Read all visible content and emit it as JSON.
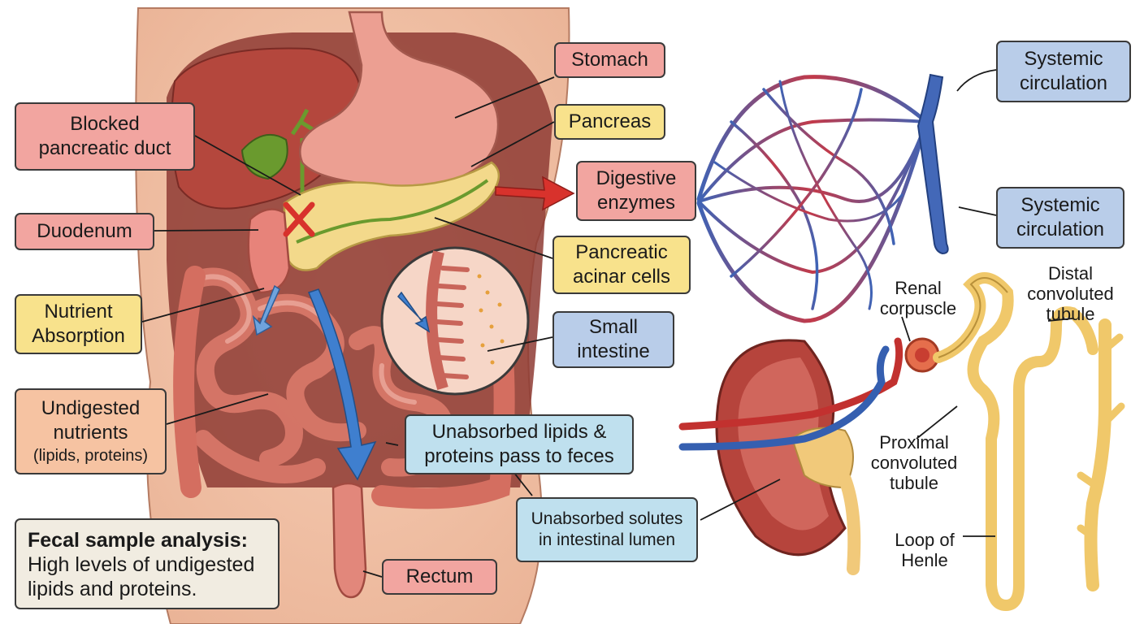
{
  "labels": {
    "stomach": "Stomach",
    "blocked_duct": "Blocked\npancreatic duct",
    "pancreas": "Pancreas",
    "digestive_enzymes": "Digestive\nenzymes",
    "duodenum": "Duodenum",
    "acinar_cells": "Pancreatic\nacinar cells",
    "nutrient_absorption": "Nutrient\nAbsorption",
    "small_intestine": "Small\nintestine",
    "undigested_nutrients": "Undigested\nnutrients",
    "undigested_nutrients_sub": "(lipids, proteins)",
    "unabsorbed_feces": "Unabsorbed lipids &\nproteins pass to feces",
    "unabsorbed_solutes": "Unabsorbed solutes\nin intestinal lumen",
    "rectum": "Rectum",
    "systemic_top": "Systemic\ncirculation",
    "systemic_bottom": "Systemic\ncirculation",
    "renal_corpuscle": "Renal\ncorpuscle",
    "distal_tubule": "Distal\nconvoluted\ntubule",
    "proximal_tubule": "Proximal\nconvoluted\ntubule",
    "loop_henle": "Loop of\nHenle"
  },
  "fecal_box": {
    "heading": "Fecal sample analysis:",
    "body": "High levels of undigested lipids and proteins."
  },
  "colors": {
    "label_pink": "#f2a5a0",
    "label_yellow": "#f8e28c",
    "label_blue": "#b9cde9",
    "label_light_blue": "#bfe0ee",
    "label_peach": "#f6c3a2",
    "arrow_red": "#d8322c",
    "arrow_blue": "#3f7fcf",
    "tubule_yellow": "#f0c86a"
  }
}
